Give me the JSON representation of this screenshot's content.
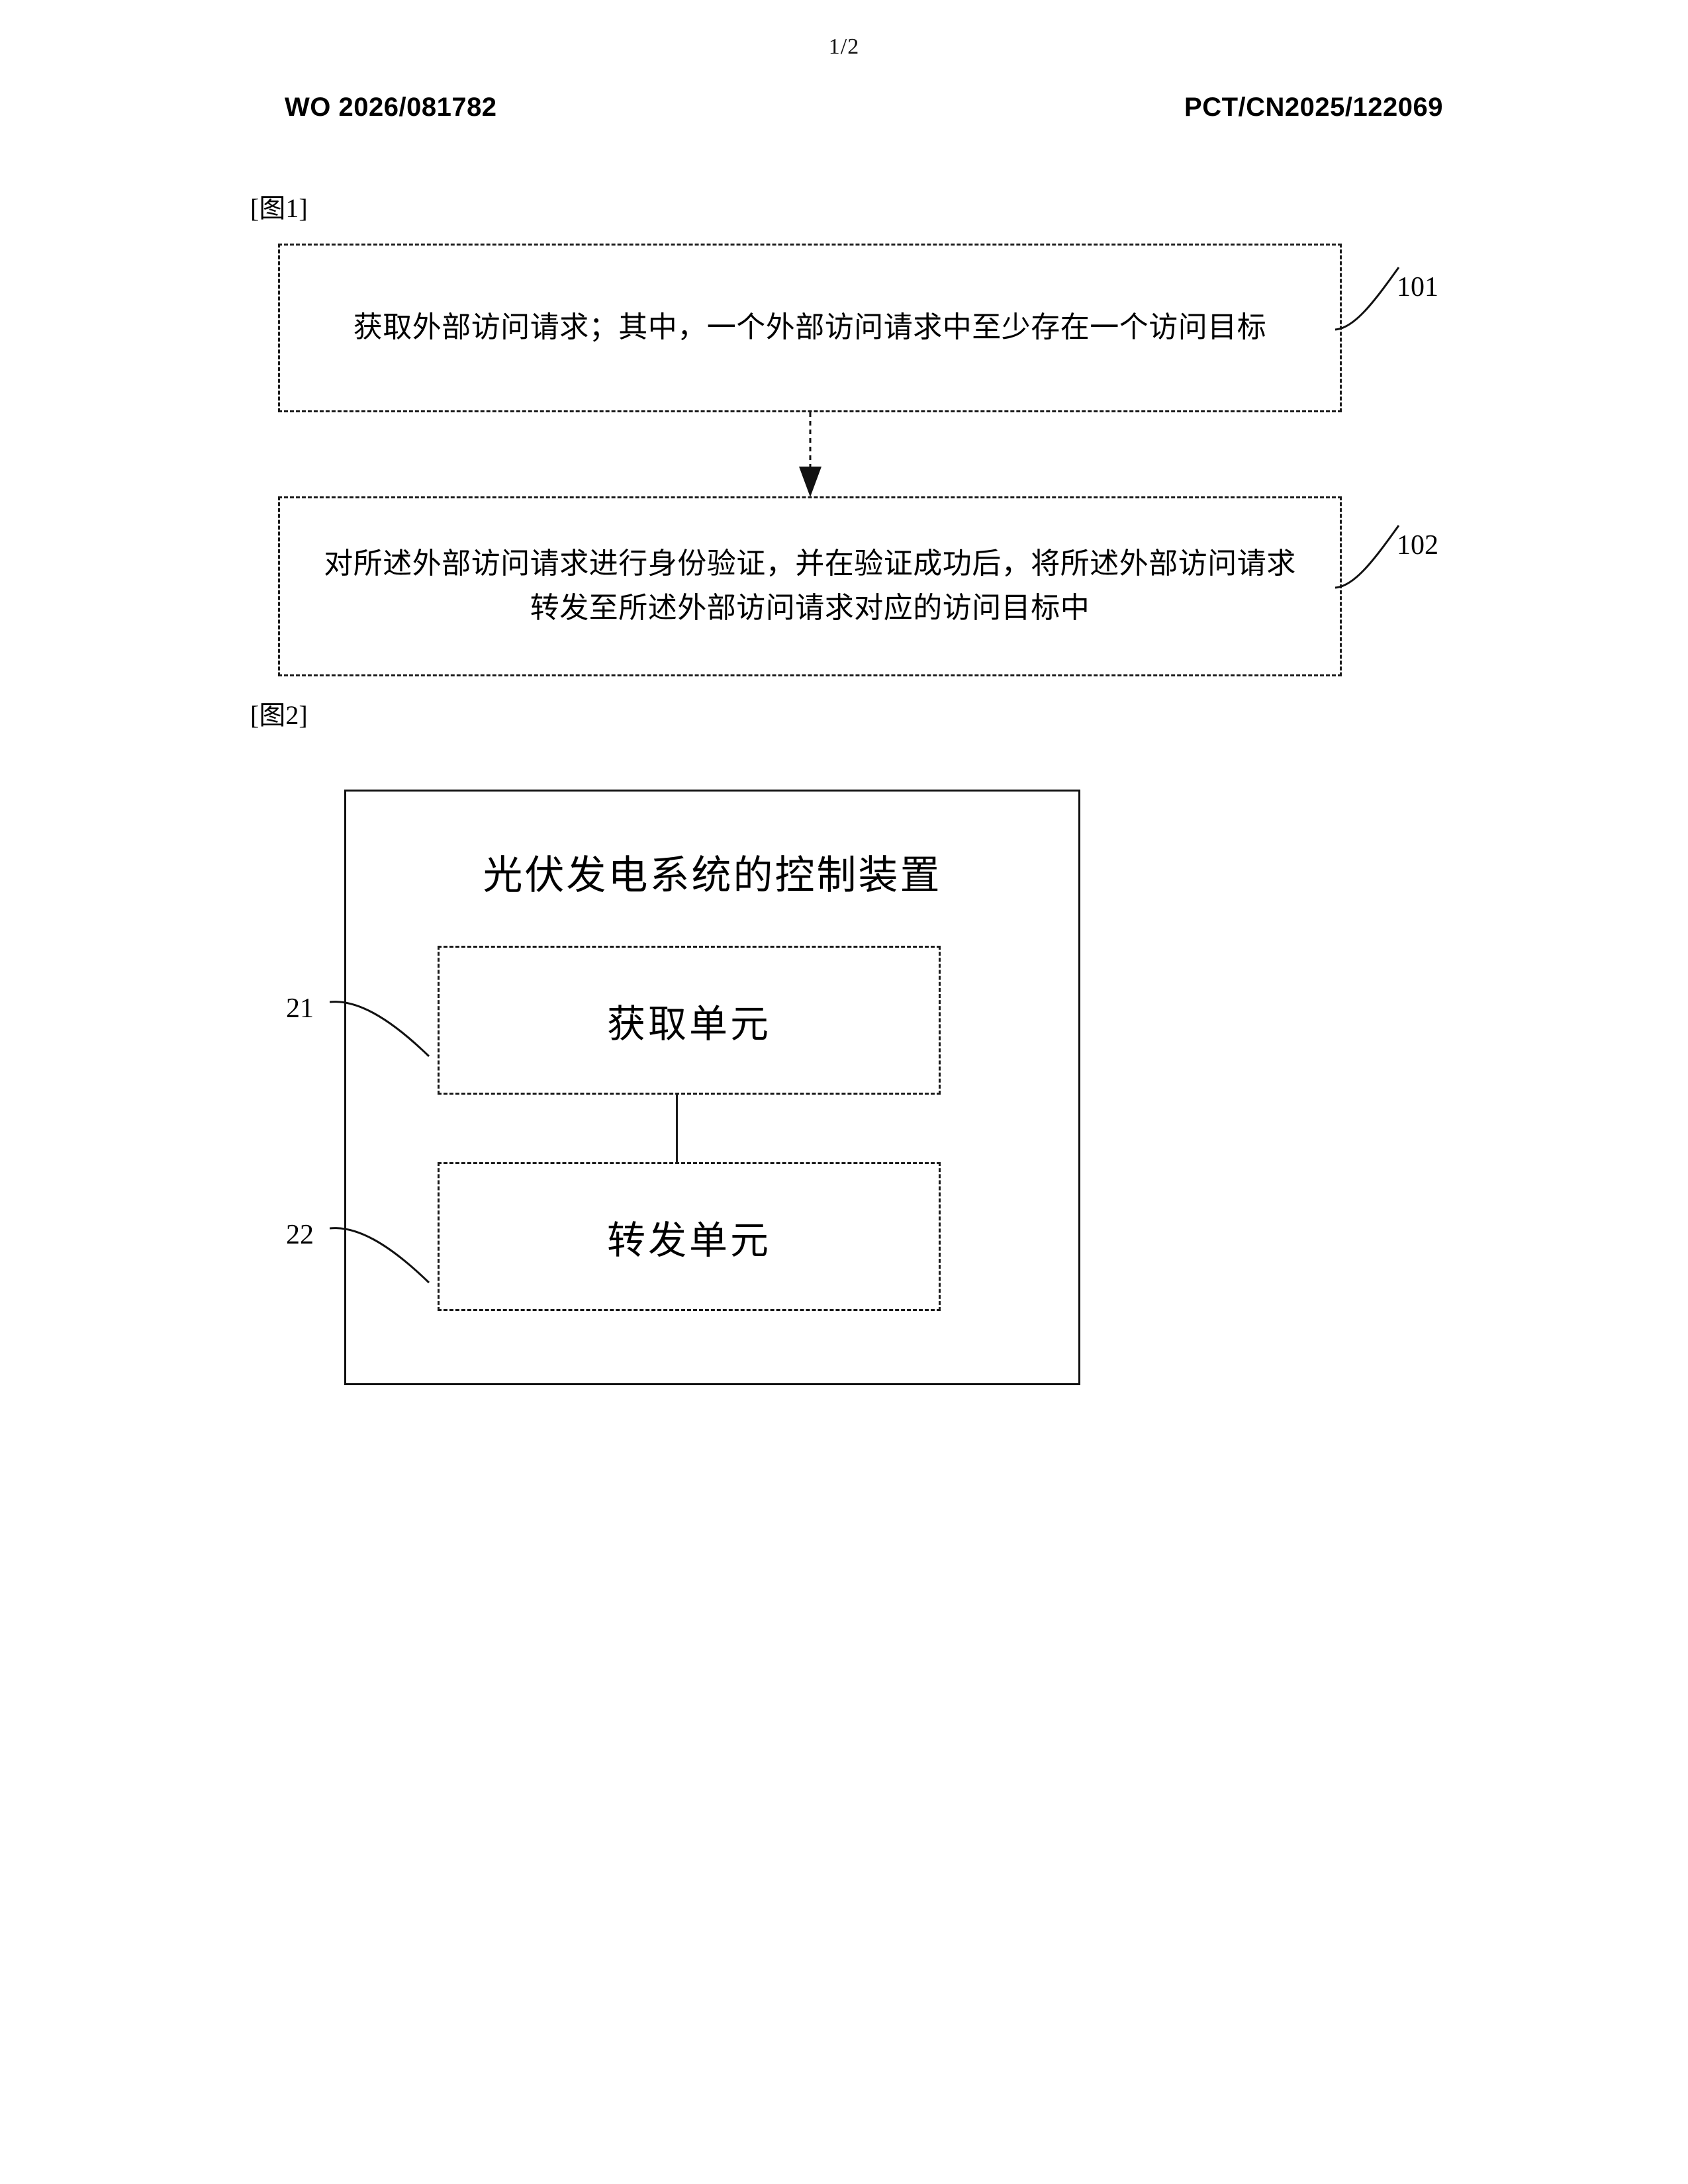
{
  "page": {
    "number": "1/2",
    "publication_number": "WO 2026/081782",
    "application_number": "PCT/CN2025/122069"
  },
  "figure1": {
    "label": "[图1]",
    "steps": [
      {
        "ref": "101",
        "text": "获取外部访问请求；其中，一个外部访问请求中至少存在一个访问目标"
      },
      {
        "ref": "102",
        "text": "对所述外部访问请求进行身份验证，并在验证成功后，将所述外部访问请求转发至所述外部访问请求对应的访问目标中"
      }
    ]
  },
  "figure2": {
    "label": "[图2]",
    "device_title": "光伏发电系统的控制装置",
    "units": [
      {
        "ref": "21",
        "label": "获取单元"
      },
      {
        "ref": "22",
        "label": "转发单元"
      }
    ]
  },
  "colors": {
    "ink": "#000000",
    "line": "#1a1a1a",
    "paper": "#ffffff"
  }
}
